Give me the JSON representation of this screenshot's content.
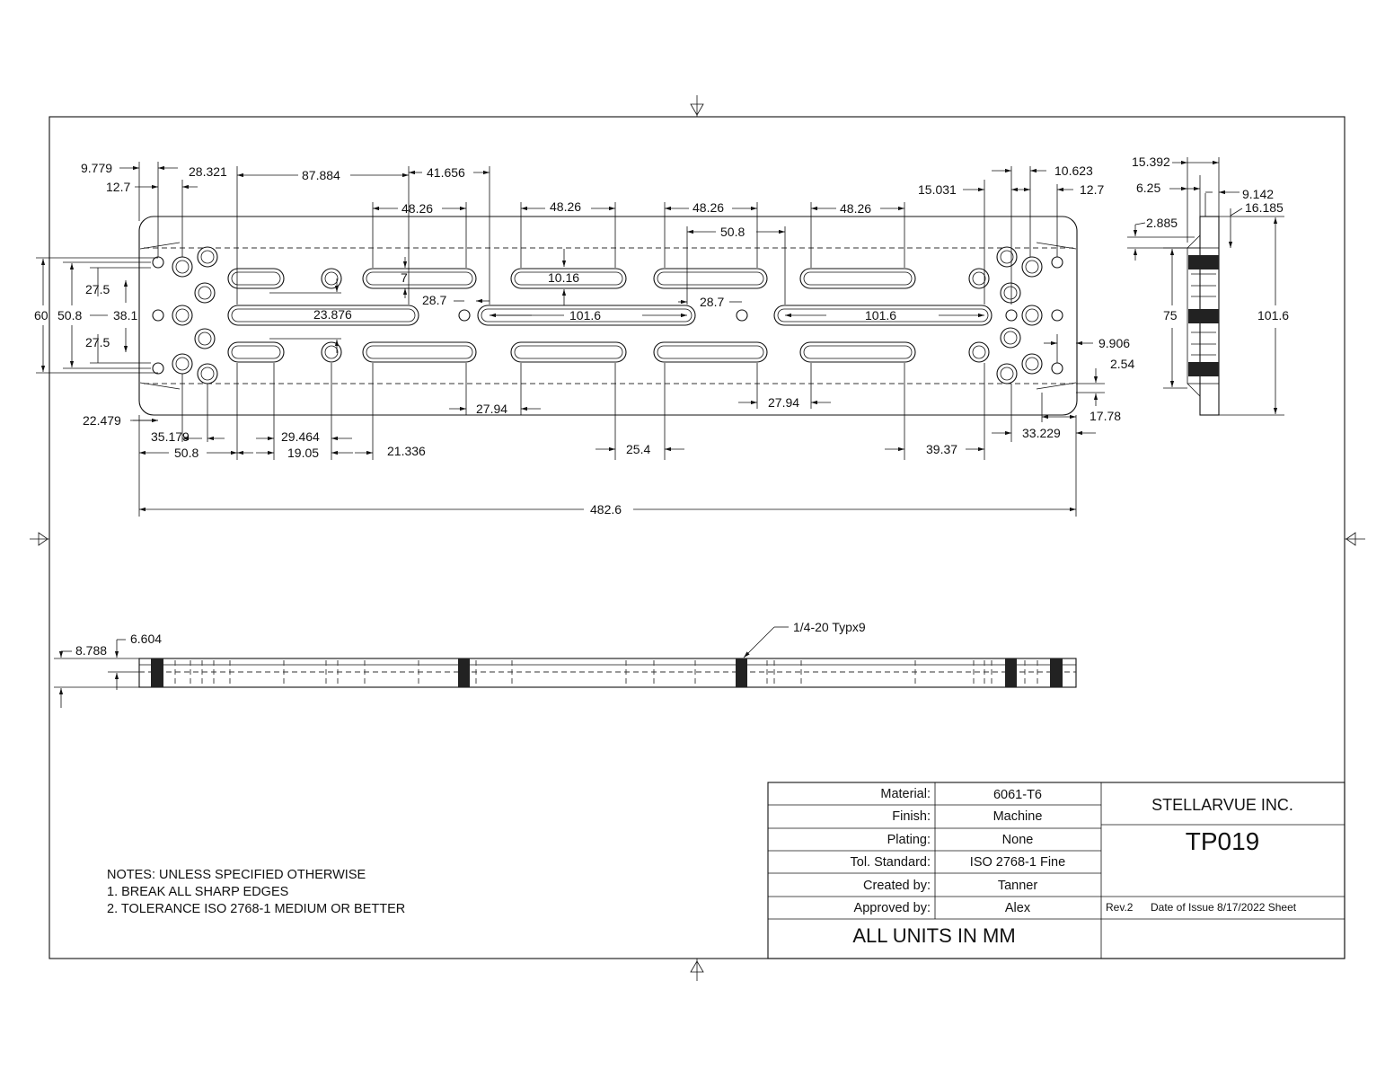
{
  "dimensions": {
    "d_9_779": "9.779",
    "d_12_7_l": "12.7",
    "d_28_321": "28.321",
    "d_87_884": "87.884",
    "d_41_656": "41.656",
    "d_48_26_a": "48.26",
    "d_48_26_b": "48.26",
    "d_48_26_c": "48.26",
    "d_48_26_d": "48.26",
    "d_50_8_top": "50.8",
    "d_10_16": "10.16",
    "d_7": "7",
    "d_28_7_a": "28.7",
    "d_28_7_b": "28.7",
    "d_23_876": "23.876",
    "d_101_6_a": "101.6",
    "d_101_6_b": "101.6",
    "d_15_031": "15.031",
    "d_10_623": "10.623",
    "d_12_7_r": "12.7",
    "d_9_906": "9.906",
    "d_2_54": "2.54",
    "d_17_78": "17.78",
    "d_33_229": "33.229",
    "d_39_37": "39.37",
    "d_25_4": "25.4",
    "d_27_94_a": "27.94",
    "d_27_94_b": "27.94",
    "d_22_479": "22.479",
    "d_35_179": "35.179",
    "d_29_464": "29.464",
    "d_50_8_bot": "50.8",
    "d_19_05": "19.05",
    "d_21_336": "21.336",
    "d_482_6": "482.6",
    "d_60": "60",
    "d_50_8_v": "50.8",
    "d_38_1": "38.1",
    "d_27_5_a": "27.5",
    "d_27_5_b": "27.5",
    "d_15_392": "15.392",
    "d_6_25": "6.25",
    "d_9_142": "9.142",
    "d_16_185": "16.185",
    "d_2_885": "2.885",
    "d_75": "75",
    "d_101_6_side": "101.6",
    "d_8_788": "8.788",
    "d_6_604": "6.604",
    "d_thread": "1/4-20 Typx9"
  },
  "notes": {
    "heading": "NOTES: UNLESS SPECIFIED OTHERWISE",
    "line1": "1. BREAK ALL SHARP EDGES",
    "line2": "2. TOLERANCE ISO 2768-1 MEDIUM OR BETTER"
  },
  "title_block": {
    "material_label": "Material:",
    "material_value": "6061-T6",
    "finish_label": "Finish:",
    "finish_value": "Machine",
    "plating_label": "Plating:",
    "plating_value": "None",
    "tol_label": "Tol. Standard:",
    "tol_value": "ISO 2768-1 Fine",
    "created_label": "Created by:",
    "created_value": "Tanner",
    "approved_label": "Approved by:",
    "approved_value": "Alex",
    "units": "ALL UNITS IN MM",
    "company": "STELLARVUE INC.",
    "part_number": "TP019",
    "rev": "Rev.2",
    "issue": "Date of Issue 8/17/2022 Sheet"
  }
}
